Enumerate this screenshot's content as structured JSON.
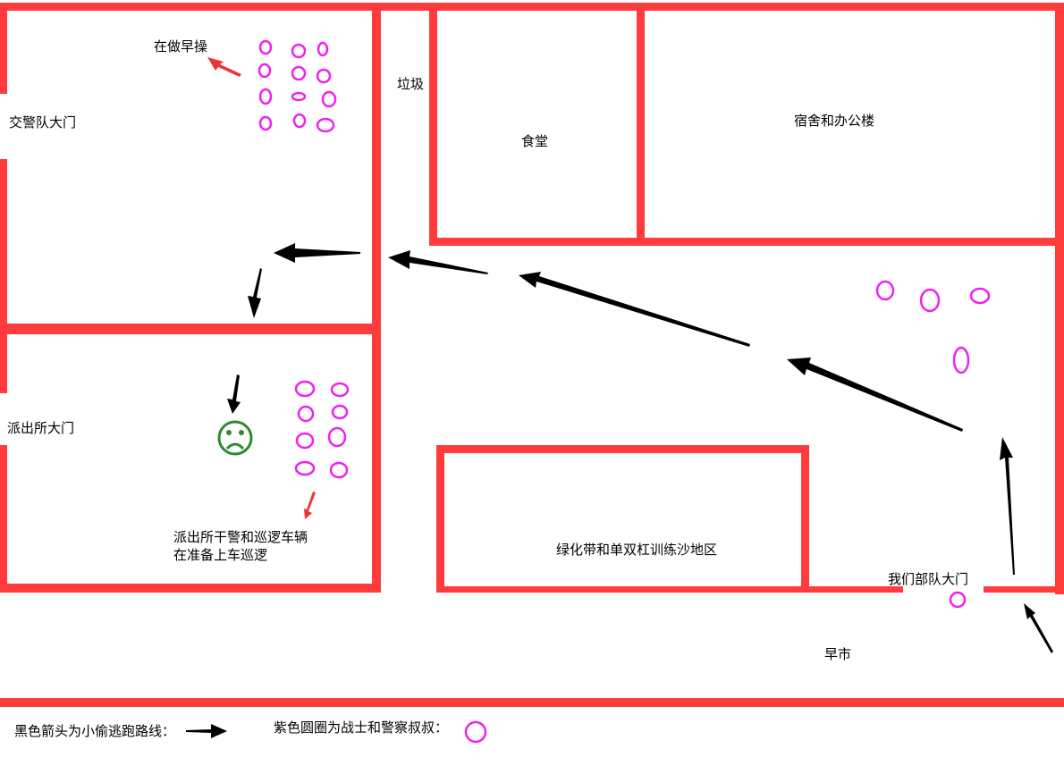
{
  "colors": {
    "wall": "#ff3b3b",
    "circle": "#ee22ee",
    "face": "#2e8b2e",
    "arrow": "#000000",
    "red_arrow": "#ee3333"
  },
  "labels": {
    "morning_exercise": "在做早操",
    "traffic_gate": "交警队大门",
    "trash": "垃圾",
    "canteen": "食堂",
    "dorm": "宿舍和办公楼",
    "police_gate": "派出所大门",
    "police_line1": "派出所干警和巡逻车辆",
    "police_line2": "在准备上车巡逻",
    "green_zone": "绿化带和单双杠训练沙地区",
    "our_gate": "我们部队大门",
    "market": "早市"
  },
  "legend": {
    "arrow_text": "黑色箭头为小偷逃跑路线：",
    "circle_text": "紫色圆圈为战士和警察叔叔："
  },
  "icons": {
    "thief": "sad-face-icon",
    "person": "circle-icon",
    "route": "arrow-icon"
  }
}
